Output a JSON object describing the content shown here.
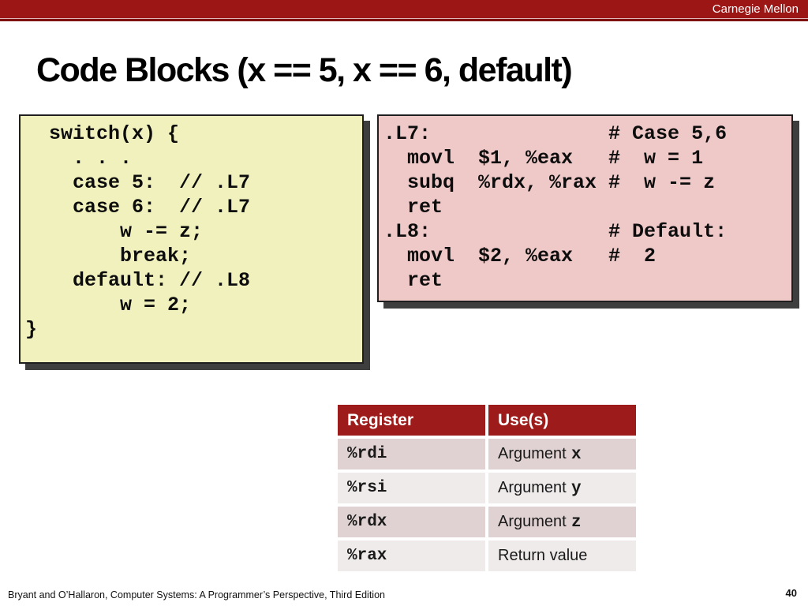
{
  "header": {
    "brand": "Carnegie Mellon"
  },
  "slide": {
    "title": "Code Blocks (x == 5, x == 6, default)",
    "page_number": "40",
    "footer_citation": "Bryant and O’Hallaron, Computer Systems: A Programmer’s Perspective, Third Edition"
  },
  "c_code": {
    "language": "c",
    "lines": [
      "  switch(x) {",
      "    . . .",
      "    case 5:  // .L7",
      "    case 6:  // .L7",
      "        w -= z;",
      "        break;",
      "    default: // .L8",
      "        w = 2;",
      "}"
    ]
  },
  "asm_code": {
    "language": "x86-64-assembly",
    "lines": [
      ".L7:               # Case 5,6",
      "  movl  $1, %eax   #  w = 1",
      "  subq  %rdx, %rax #  w -= z",
      "  ret",
      ".L8:               # Default:",
      "  movl  $2, %eax   #  2",
      "  ret"
    ]
  },
  "register_table": {
    "headers": [
      "Register",
      "Use(s)"
    ],
    "rows": [
      {
        "register": "%rdi",
        "use": "Argument",
        "var": "x"
      },
      {
        "register": "%rsi",
        "use": "Argument",
        "var": "y"
      },
      {
        "register": "%rdx",
        "use": "Argument",
        "var": "z"
      },
      {
        "register": "%rax",
        "use": "Return value",
        "var": ""
      }
    ]
  },
  "colors": {
    "banner_red": "#9c1616",
    "table_header_red": "#9e1b1b",
    "c_block_bg": "#f1f1be",
    "asm_block_bg": "#efc8c8",
    "row_dark": "#e0d2d2",
    "row_light": "#f0ebeb",
    "block_shadow": "#3e3e3e"
  }
}
